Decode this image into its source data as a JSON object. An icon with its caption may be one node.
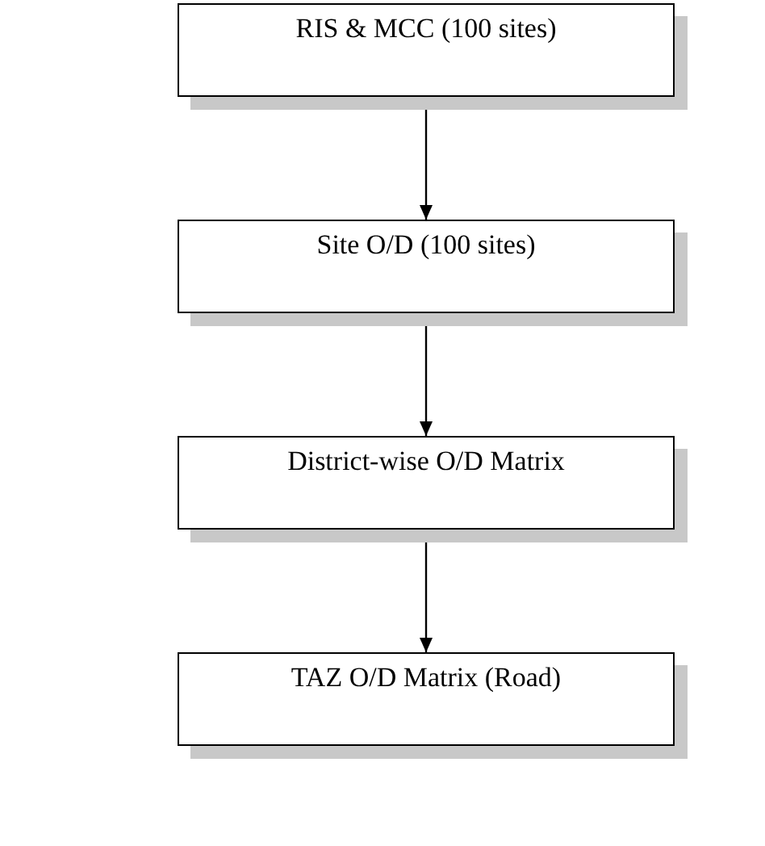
{
  "diagram": {
    "nodes": [
      {
        "text": [
          "RIS & MCC (100 sites)"
        ]
      },
      {
        "text": [
          "Site O/D (100 sites)"
        ]
      },
      {
        "text": [
          "District-wise O/D Matrix"
        ]
      },
      {
        "text": [
          "TAZ O/D Matrix (Road)"
        ]
      }
    ],
    "edges": [
      {
        "from": 0,
        "to": 1,
        "arrow": "to"
      },
      {
        "from": 1,
        "to": 2,
        "arrow": "to"
      },
      {
        "from": 2,
        "to": 3,
        "arrow": "to"
      }
    ]
  }
}
